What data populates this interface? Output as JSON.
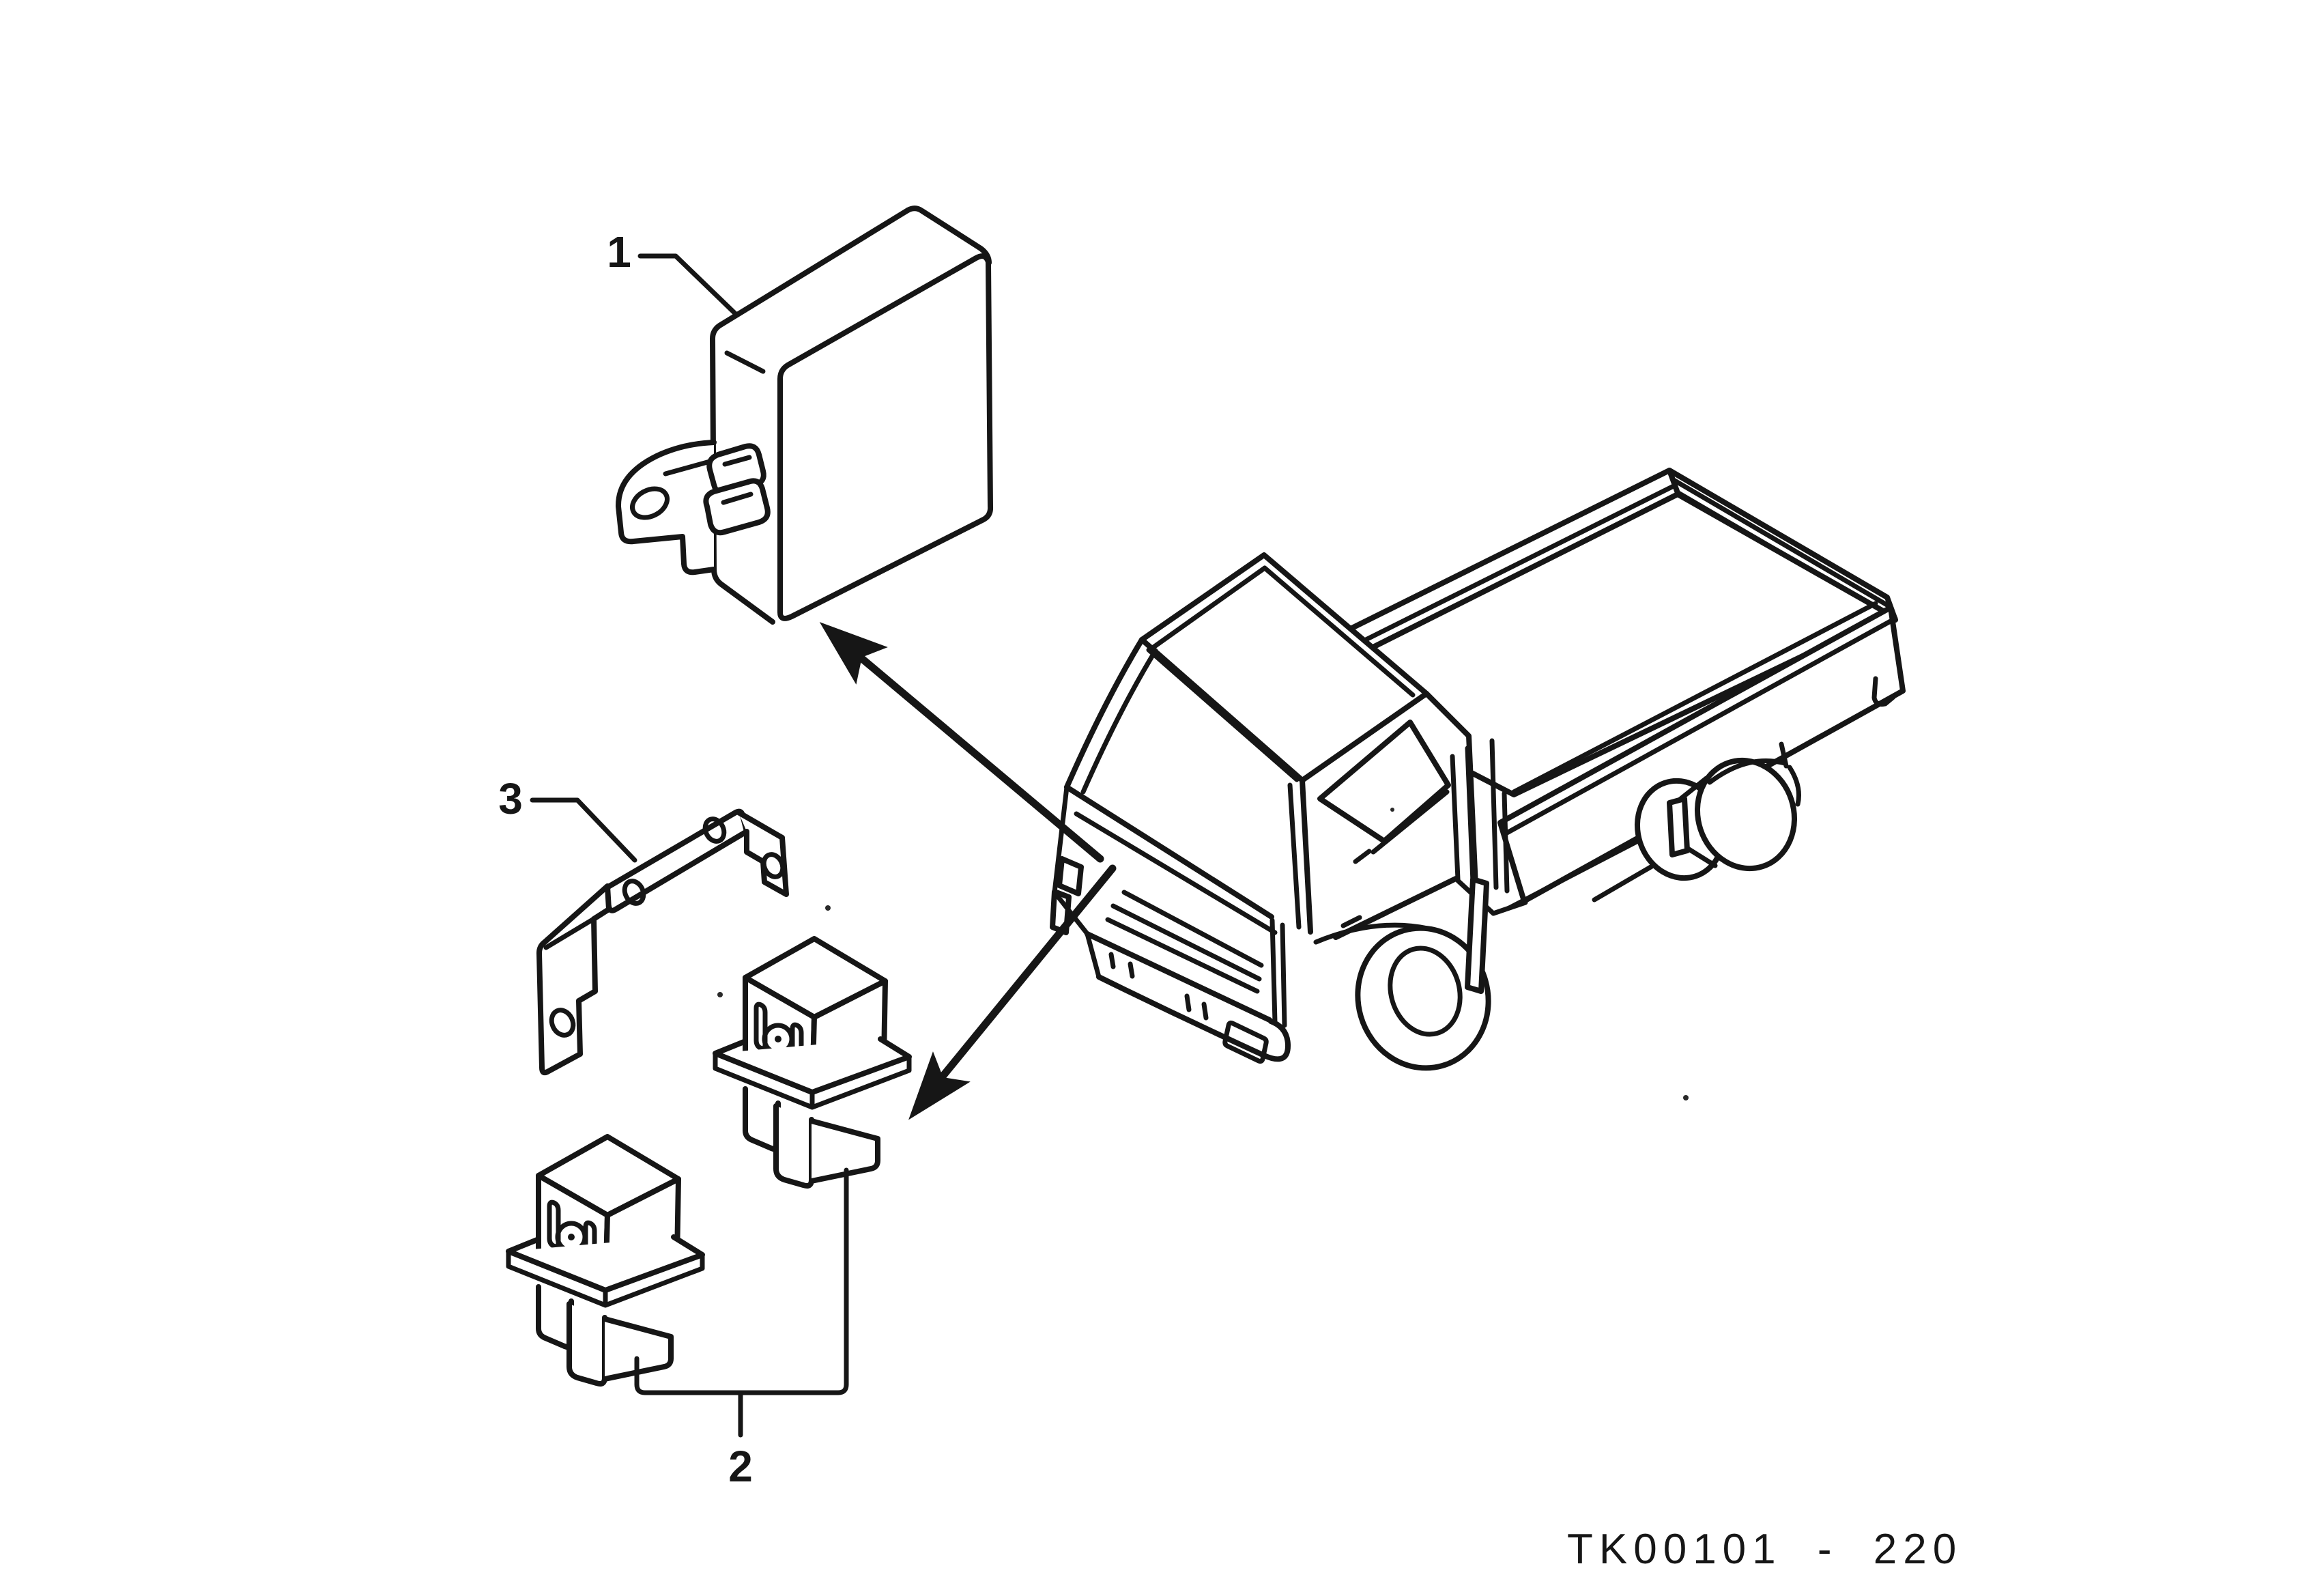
{
  "figure": {
    "kind": "vehicle-parts-location-diagram",
    "paper_color": "#ffffff",
    "ink_color": "#161616",
    "footer_code": "TK00101 - 220"
  },
  "parts": [
    {
      "label": "1"
    },
    {
      "label": "2"
    },
    {
      "label": "3"
    }
  ],
  "icons": {
    "part1": "control-unit-box",
    "part2": "relay-cubes",
    "part3": "mounting-bracket",
    "vehicle": "cab-over-flatbed-truck",
    "pointers": "location-arrows"
  }
}
